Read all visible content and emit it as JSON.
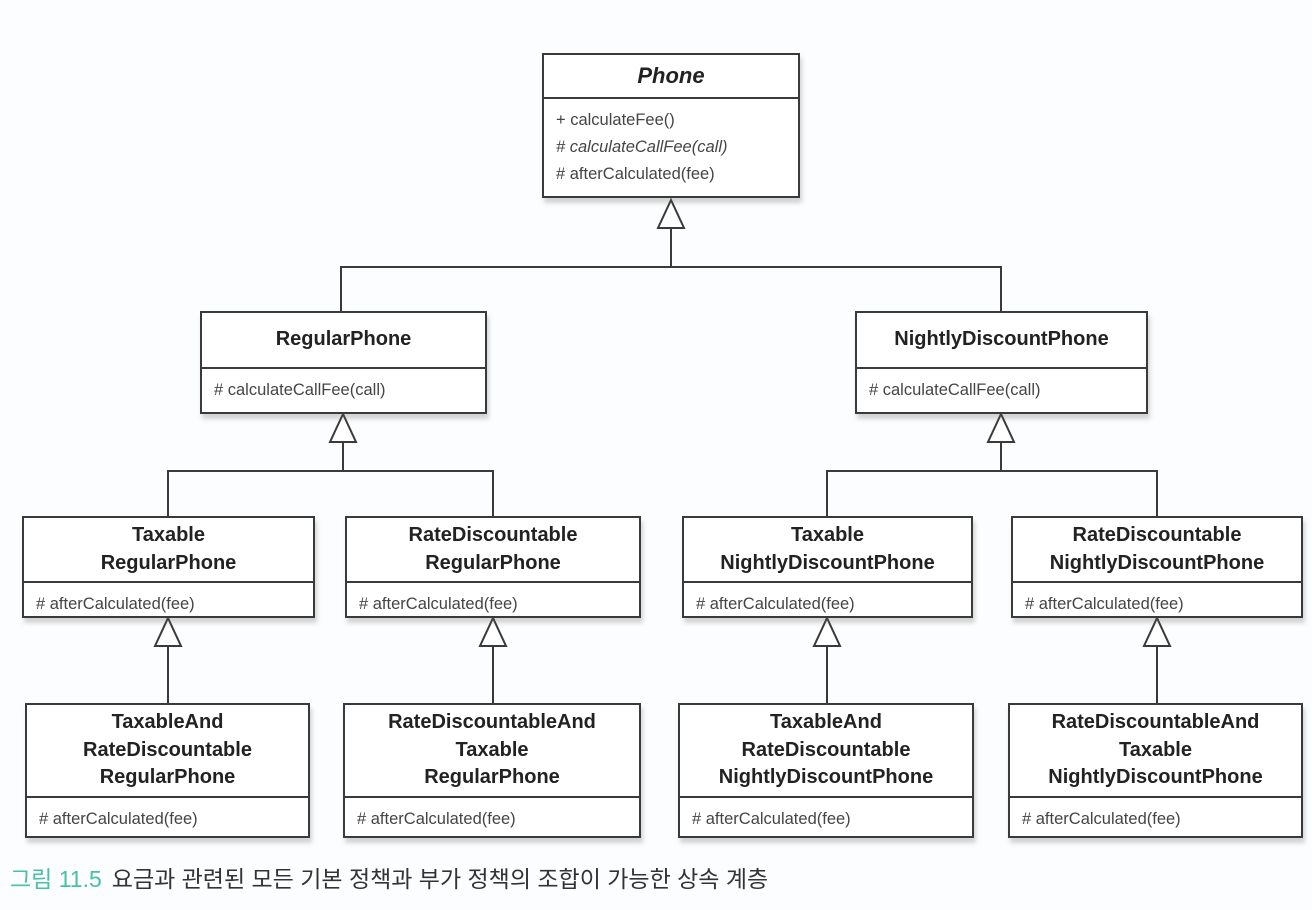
{
  "figure": {
    "caption_label": "그림 11.5",
    "caption_text": "요금과 관련된 모든 기본 정책과 부가 정책의 조합이 가능한 상속 계층"
  },
  "colors": {
    "caption_label": "#45c1a7",
    "box_border": "#3a3a3a",
    "name_text": "#222222",
    "method_text": "#454545",
    "background": "#fbfdfe"
  },
  "classes": {
    "phone": {
      "name": "Phone",
      "methods": [
        "+ calculateFee()",
        "# calculateCallFee(call)",
        "# afterCalculated(fee)"
      ]
    },
    "regularPhone": {
      "name": "RegularPhone",
      "methods": [
        "# calculateCallFee(call)"
      ]
    },
    "nightlyDiscountPhone": {
      "name": "NightlyDiscountPhone",
      "methods": [
        "# calculateCallFee(call)"
      ]
    },
    "taxableRegularPhone": {
      "name": "Taxable\nRegularPhone",
      "methods": [
        "# afterCalculated(fee)"
      ]
    },
    "rateDiscountableRegularPhone": {
      "name": "RateDiscountable\nRegularPhone",
      "methods": [
        "# afterCalculated(fee)"
      ]
    },
    "taxableNightlyDiscountPhone": {
      "name": "Taxable\nNightlyDiscountPhone",
      "methods": [
        "# afterCalculated(fee)"
      ]
    },
    "rateDiscountableNightlyDiscountPhone": {
      "name": "RateDiscountable\nNightlyDiscountPhone",
      "methods": [
        "# afterCalculated(fee)"
      ]
    },
    "taxableAndRateDiscountableRegularPhone": {
      "name": "TaxableAnd\nRateDiscountable\nRegularPhone",
      "methods": [
        "# afterCalculated(fee)"
      ]
    },
    "rateDiscountableAndTaxableRegularPhone": {
      "name": "RateDiscountableAnd\nTaxable\nRegularPhone",
      "methods": [
        "# afterCalculated(fee)"
      ]
    },
    "taxableAndRateDiscountableNightlyDiscountPhone": {
      "name": "TaxableAnd\nRateDiscountable\nNightlyDiscountPhone",
      "methods": [
        "# afterCalculated(fee)"
      ]
    },
    "rateDiscountableAndTaxableNightlyDiscountPhone": {
      "name": "RateDiscountableAnd\nTaxable\nNightlyDiscountPhone",
      "methods": [
        "# afterCalculated(fee)"
      ]
    }
  }
}
